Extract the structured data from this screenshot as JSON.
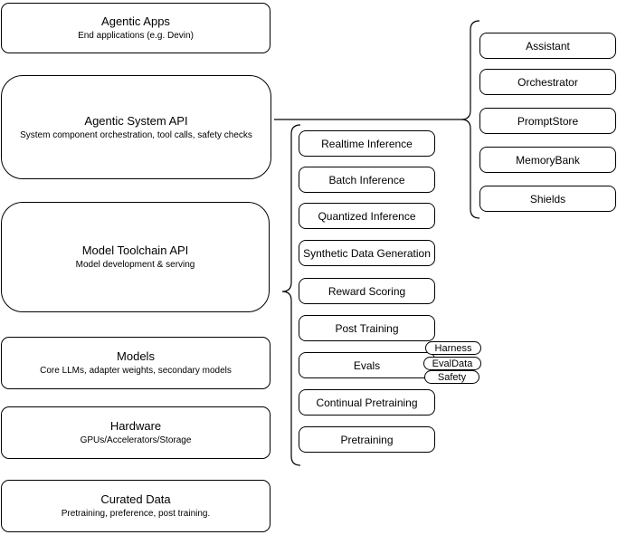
{
  "diagram": {
    "left_stack": [
      {
        "title": "Agentic Apps",
        "subtitle": "End applications (e.g. Devin)"
      },
      {
        "title": "Agentic System API",
        "subtitle": "System component orchestration, tool calls, safety checks"
      },
      {
        "title": "Model Toolchain API",
        "subtitle": "Model development & serving"
      },
      {
        "title": "Models",
        "subtitle": "Core LLMs, adapter weights, secondary models"
      },
      {
        "title": "Hardware",
        "subtitle": "GPUs/Accelerators/Storage"
      },
      {
        "title": "Curated Data",
        "subtitle": "Pretraining, preference, post training."
      }
    ],
    "toolchain_stack": [
      "Realtime Inference",
      "Batch Inference",
      "Quantized Inference",
      "Synthetic Data Generation",
      "Reward Scoring",
      "Post Training",
      "Evals",
      "Continual Pretraining",
      "Pretraining"
    ],
    "evals_tags": [
      "Harness",
      "EvalData",
      "Safety"
    ],
    "system_stack": [
      "Assistant",
      "Orchestrator",
      "PromptStore",
      "MemoryBank",
      "Shields"
    ],
    "colors": {
      "stroke": "#000000",
      "fill": "#ffffff",
      "text": "#000000"
    }
  }
}
